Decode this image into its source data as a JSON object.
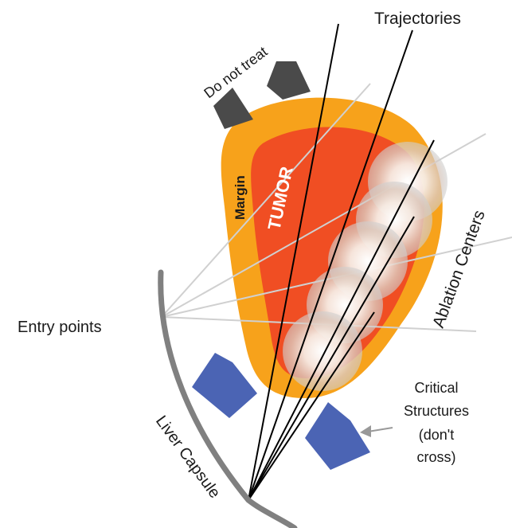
{
  "labels": {
    "trajectories": "Trajectories",
    "do_not_treat": "Do not treat",
    "margin": "Margin",
    "tumor": "TUMOR",
    "ablation_centers": "Ablation Centers",
    "entry_points": "Entry points",
    "critical_structures": [
      "Critical",
      "Structures",
      "(don't",
      "cross)"
    ],
    "liver_capsule": "Liver Capsule"
  },
  "colors": {
    "margin": "#f7a21b",
    "tumor": "#f04e23",
    "do_not_treat": "#4a4a4a",
    "critical_structures": "#4b64b4",
    "liver_capsule": "#808080",
    "trajectory_line": "#000000",
    "entry_line": "#d0d0d0",
    "tumor_label": "#ffffff",
    "text": "#1a1a1a"
  }
}
